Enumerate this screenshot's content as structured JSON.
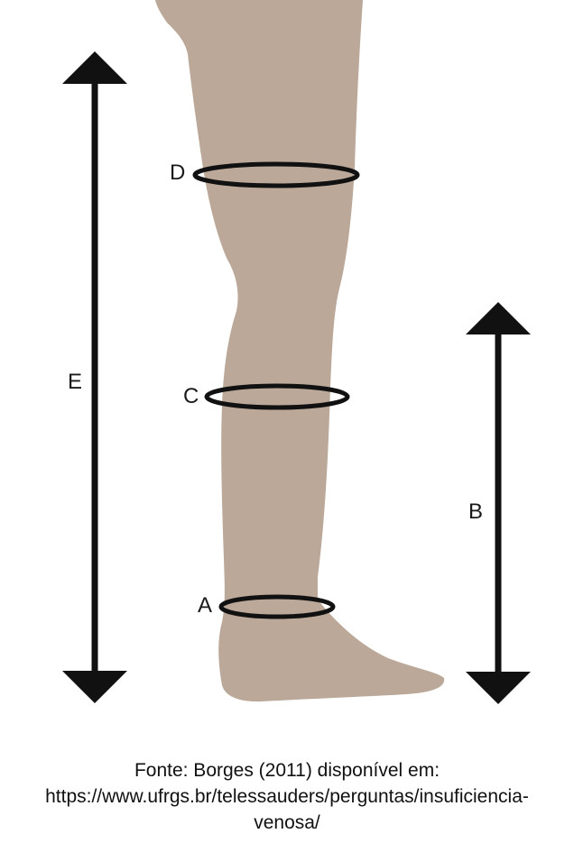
{
  "labels": {
    "a": "A",
    "b": "B",
    "c": "C",
    "d": "D",
    "e": "E"
  },
  "caption": {
    "line1": "Fonte: Borges (2011) disponível em:",
    "line2": "https://www.ufrgs.br/telessauders/perguntas/insuficiencia-",
    "line3": "venosa/"
  },
  "colors": {
    "leg": "#bba898",
    "ink": "#111111",
    "background": "#ffffff"
  }
}
